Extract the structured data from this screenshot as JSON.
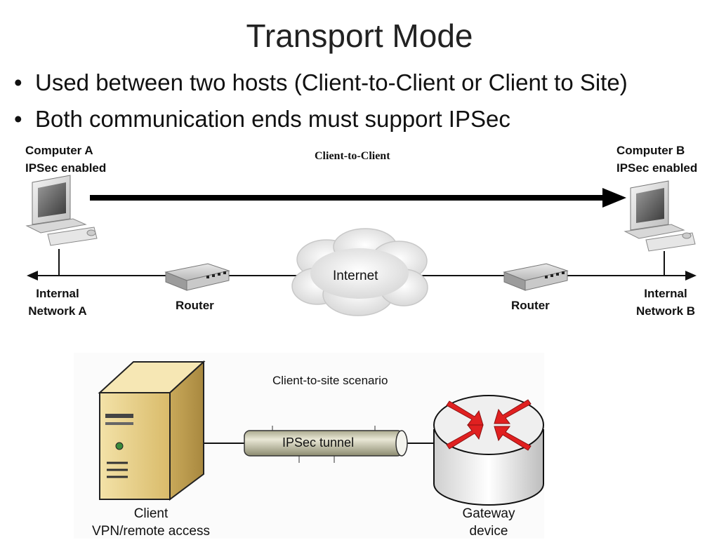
{
  "slide": {
    "title": "Transport Mode",
    "bullets": [
      "Used between two hosts (Client-to-Client or Client to Site)",
      "Both communication ends must support IPSec"
    ]
  },
  "diagram_top": {
    "computer_a": [
      "Computer A",
      "IPSec enabled"
    ],
    "computer_b": [
      "Computer B",
      "IPSec enabled"
    ],
    "arrow_label": "Client-to-Client",
    "internet_label": "Internet",
    "router_left": "Router",
    "router_right": "Router",
    "network_a": [
      "Internal",
      "Network A"
    ],
    "network_b": [
      "Internal",
      "Network B"
    ]
  },
  "diagram_bottom": {
    "scenario_label": "Client-to-site scenario",
    "tunnel_label": "IPSec tunnel",
    "client_label": [
      "Client",
      "VPN/remote access"
    ],
    "gateway_label": [
      "Gateway",
      "device"
    ]
  }
}
